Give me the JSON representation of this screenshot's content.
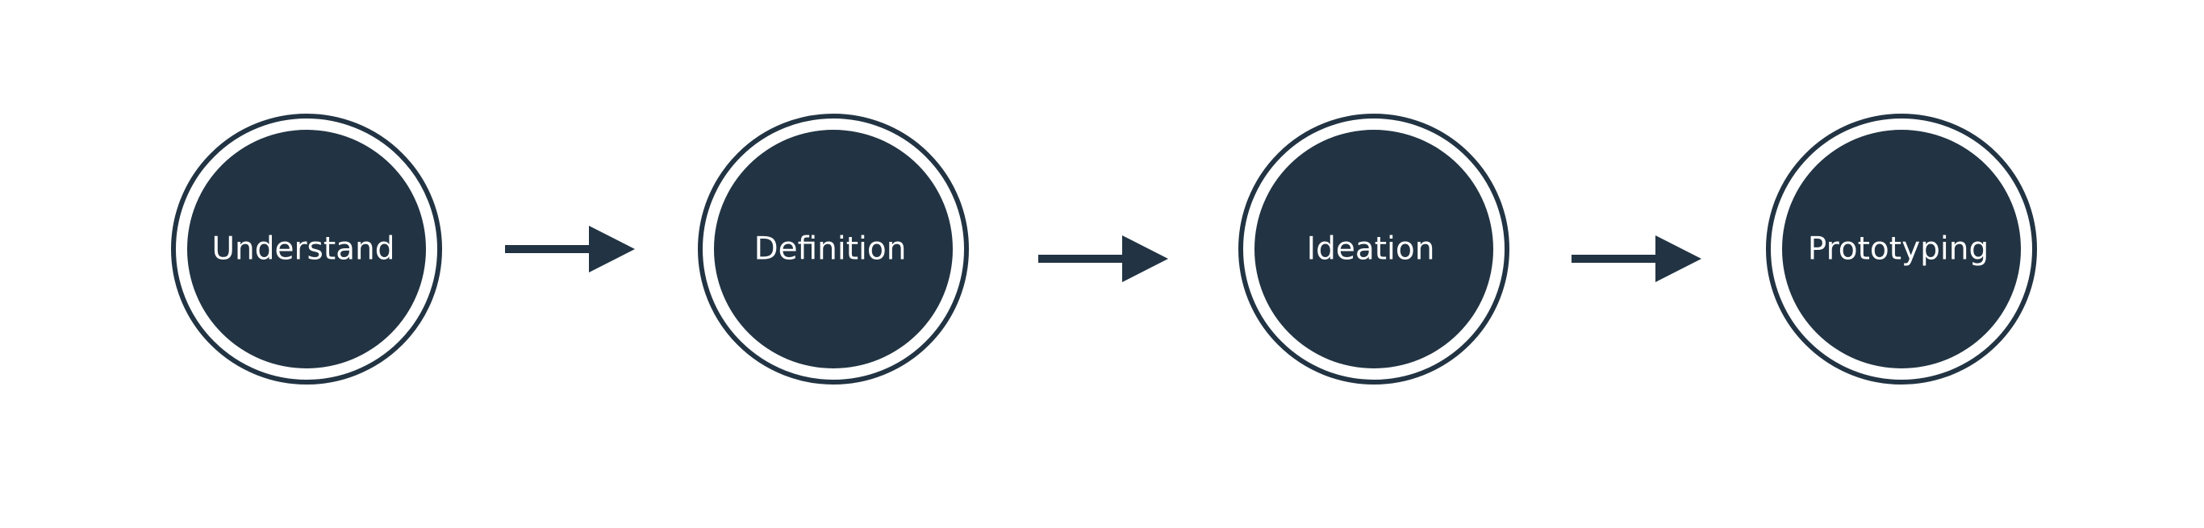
{
  "colors": {
    "circle_fill": "#223443",
    "ring_stroke": "#223443",
    "arrow_fill": "#223443",
    "label_text": "#ffffff",
    "background": "#ffffff"
  },
  "stages": [
    {
      "label": "Understand"
    },
    {
      "label": "Definition"
    },
    {
      "label": "Ideation"
    },
    {
      "label": "Prototyping"
    }
  ]
}
